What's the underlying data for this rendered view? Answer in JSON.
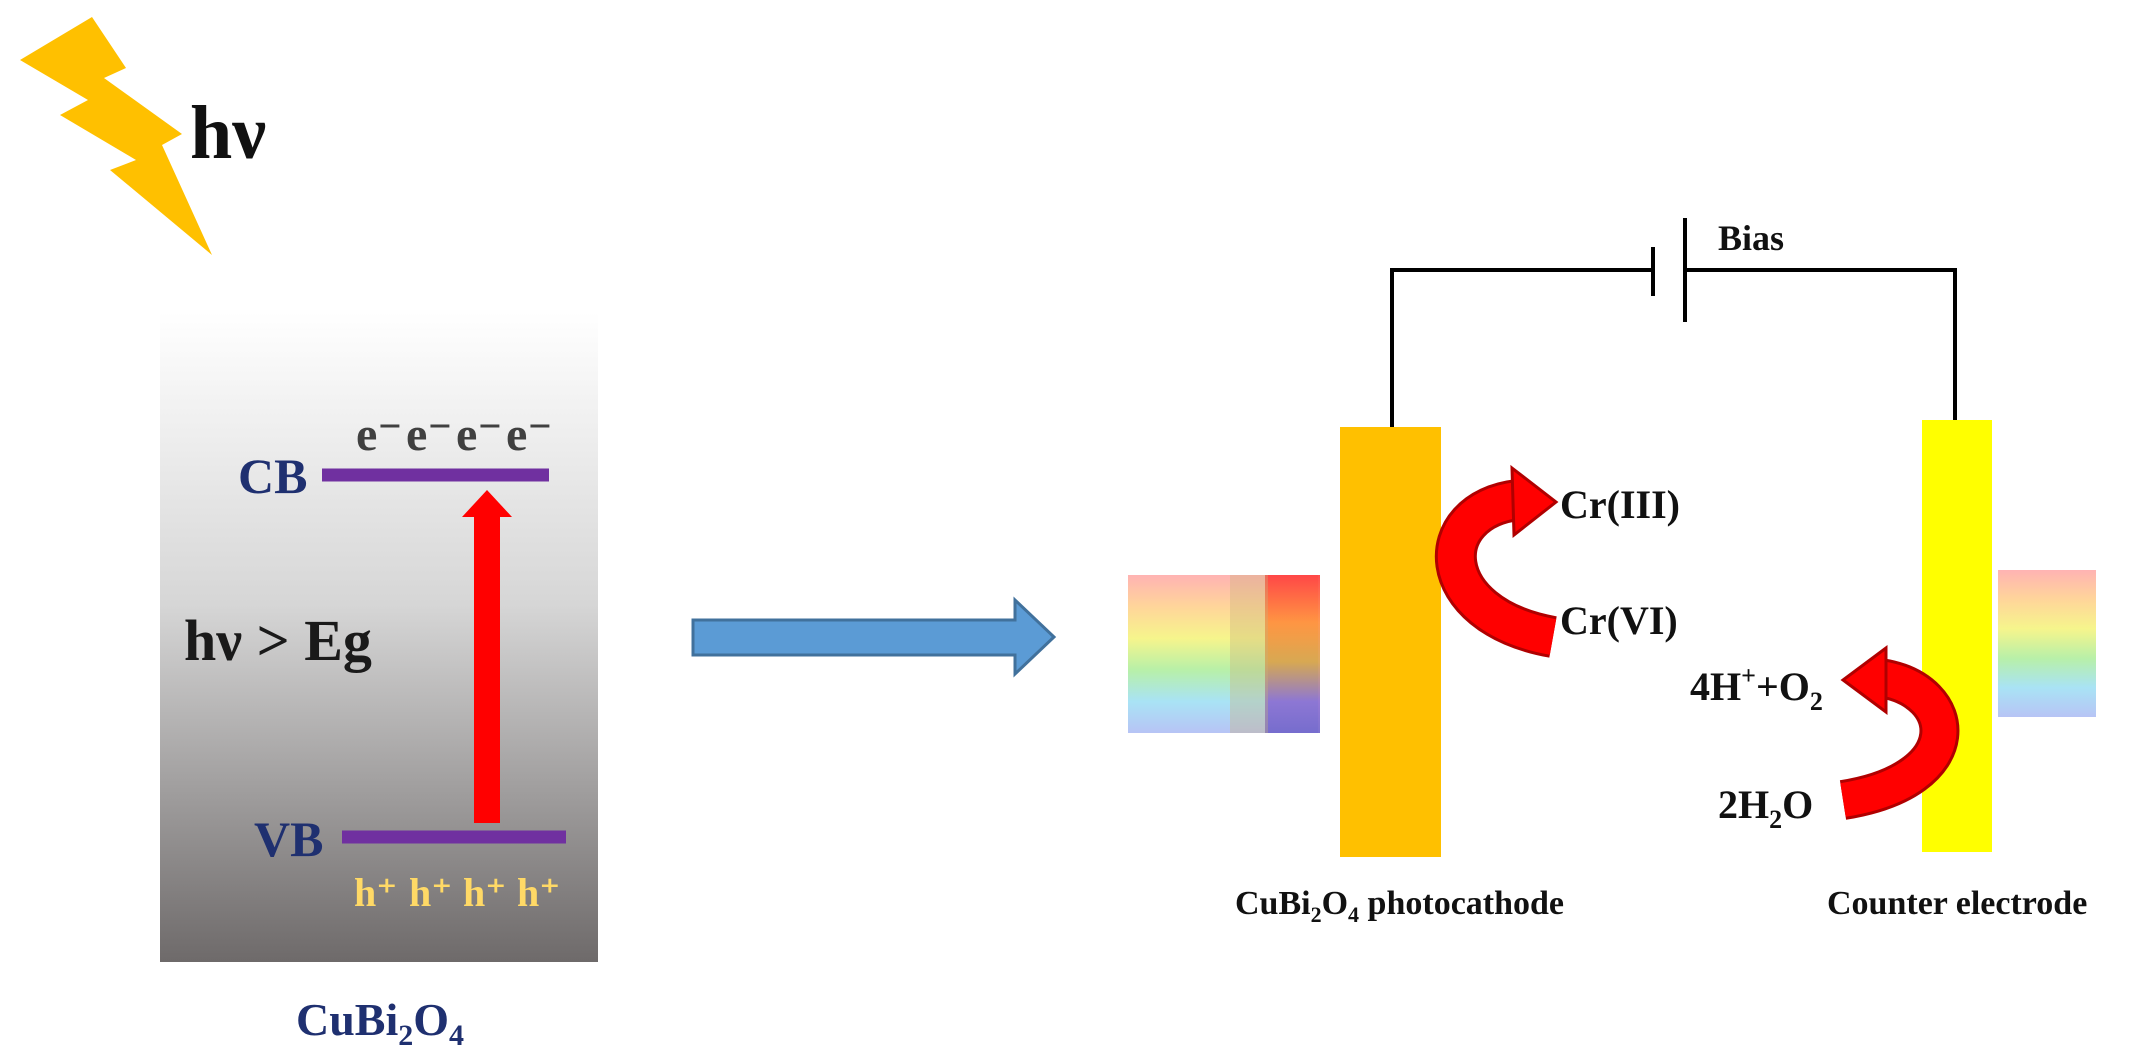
{
  "light": {
    "label": "hν",
    "icon": "lightning-bolt-icon"
  },
  "band_diagram": {
    "cb_label": "CB",
    "vb_label": "VB",
    "electrons": [
      "e⁻",
      "e⁻",
      "e⁻",
      "e⁻"
    ],
    "holes": [
      "h⁺",
      "h⁺",
      "h⁺",
      "h⁺"
    ],
    "excitation_label": "hν > Eg",
    "material": {
      "base": "CuBi",
      "sub1": "2",
      "mid": "O",
      "sub2": "4"
    }
  },
  "cell": {
    "bias_label": "Bias",
    "photocathode": {
      "reactant": "Cr(VI)",
      "product": "Cr(III)",
      "caption": {
        "base": "CuBi",
        "sub1": "2",
        "mid": "O",
        "sub2": "4",
        "rest": " photocathode"
      }
    },
    "counter": {
      "reactant": {
        "pre": "2H",
        "sub": "2",
        "post": "O"
      },
      "product": {
        "pre": "4H",
        "sup": "+",
        "mid": "+O",
        "sub": "2"
      },
      "caption": "Counter electrode"
    }
  },
  "colors": {
    "band_line": "#7030a0",
    "band_text": "#1f3070",
    "hole_text": "#ffd966",
    "excitation_arrow": "#ff0000",
    "process_arrow": "#5b9bd5",
    "photocathode": "#ffc000",
    "counter_electrode": "#ffff00",
    "bolt": "#ffc000"
  }
}
